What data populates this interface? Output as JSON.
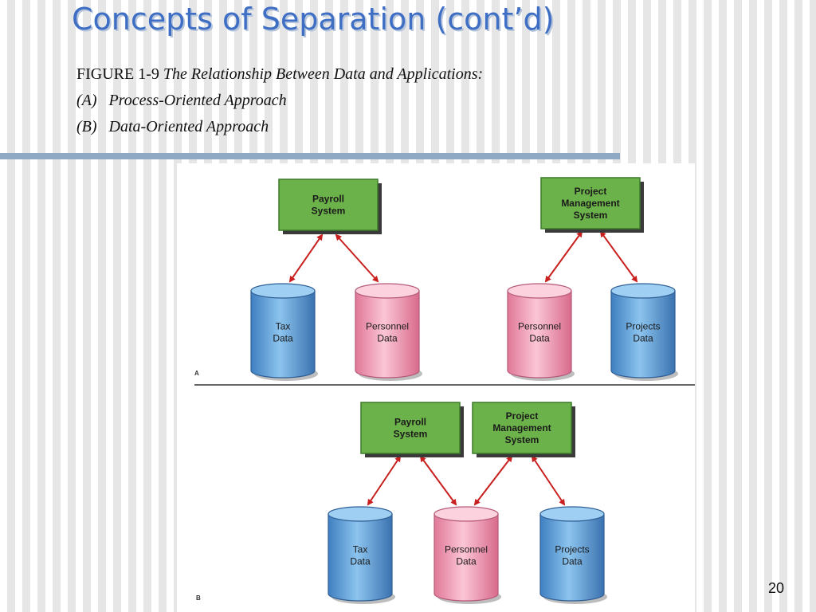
{
  "slide": {
    "title": "Concepts of Separation (cont’d)",
    "caption": {
      "figure_number": "FIGURE 1-9",
      "figure_title": "The Relationship Between Data and Applications:",
      "line_a": "(A)   Process-Oriented Approach",
      "line_b": "(B)   Data-Oriented Approach"
    },
    "page_number": "20"
  },
  "figure": {
    "panel_a": {
      "letter": "A",
      "systems": [
        {
          "lines": [
            "Payroll",
            "System"
          ]
        },
        {
          "lines": [
            "Project",
            "Management",
            "System"
          ]
        }
      ],
      "databases": [
        {
          "lines": [
            "Tax",
            "Data"
          ],
          "color": "blue"
        },
        {
          "lines": [
            "Personnel",
            "Data"
          ],
          "color": "pink"
        },
        {
          "lines": [
            "Personnel",
            "Data"
          ],
          "color": "pink"
        },
        {
          "lines": [
            "Projects",
            "Data"
          ],
          "color": "blue"
        }
      ]
    },
    "panel_b": {
      "letter": "B",
      "systems": [
        {
          "lines": [
            "Payroll",
            "System"
          ]
        },
        {
          "lines": [
            "Project",
            "Management",
            "System"
          ]
        }
      ],
      "databases": [
        {
          "lines": [
            "Tax",
            "Data"
          ],
          "color": "blue"
        },
        {
          "lines": [
            "Personnel",
            "Data"
          ],
          "color": "pink"
        },
        {
          "lines": [
            "Projects",
            "Data"
          ],
          "color": "blue"
        }
      ]
    },
    "colors": {
      "system_box": "#6cb24a",
      "database_blue": "#5ea0d8",
      "database_pink": "#f2a0b8",
      "arrow": "#c8201e"
    }
  }
}
